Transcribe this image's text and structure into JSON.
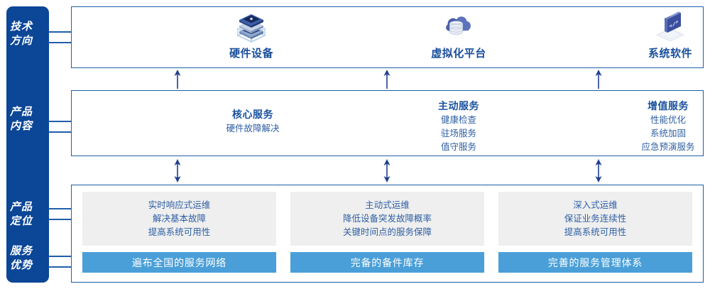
{
  "sidebar": {
    "labels": [
      {
        "name": "tech-direction",
        "line1": "技术",
        "line2": "方向"
      },
      {
        "name": "product-content",
        "line1": "产品",
        "line2": "内容"
      },
      {
        "name": "product-position",
        "line1": "产品",
        "line2": "定位"
      },
      {
        "name": "service-advantage",
        "line1": "服务",
        "line2": "优势"
      }
    ],
    "bg_color": "#0b4697"
  },
  "tech_row": {
    "columns": [
      {
        "icon": "server-stack-icon",
        "title": "硬件设备"
      },
      {
        "icon": "cloud-database-icon",
        "title": "虚拟化平台"
      },
      {
        "icon": "software-code-icon",
        "title": "系统软件"
      }
    ]
  },
  "content_row": {
    "columns": [
      {
        "heading": "核心服务",
        "items": [
          "硬件故障解决"
        ]
      },
      {
        "heading": "主动服务",
        "items": [
          "健康检查",
          "驻场服务",
          "值守服务"
        ]
      },
      {
        "heading": "增值服务",
        "items": [
          "性能优化",
          "系统加固",
          "应急预演服务"
        ]
      }
    ]
  },
  "bottom_row": {
    "columns": [
      {
        "lines": [
          "实时响应式运维",
          "解决基本故障",
          "提高系统可用性"
        ],
        "advantage": "遍布全国的服务网络"
      },
      {
        "lines": [
          "主动式运维",
          "降低设备突发故障概率",
          "关键时间点的服务保障"
        ],
        "advantage": "完备的备件库存"
      },
      {
        "lines": [
          "深入式运维",
          "保证业务连续性",
          "提高系统可用性"
        ],
        "advantage": "完善的服务管理体系"
      }
    ]
  },
  "colors": {
    "sidebar": "#0b4697",
    "panel_border": "#1f5fa9",
    "heading_text": "#19529e",
    "body_text": "#2e5fa3",
    "grey_card": "#efefef",
    "blue_bar": "#4a9fd8",
    "arrow": "#1f3f8f"
  },
  "arrows": {
    "tech_to_content": "up-arrow",
    "content_to_bottom": "double-arrow"
  }
}
